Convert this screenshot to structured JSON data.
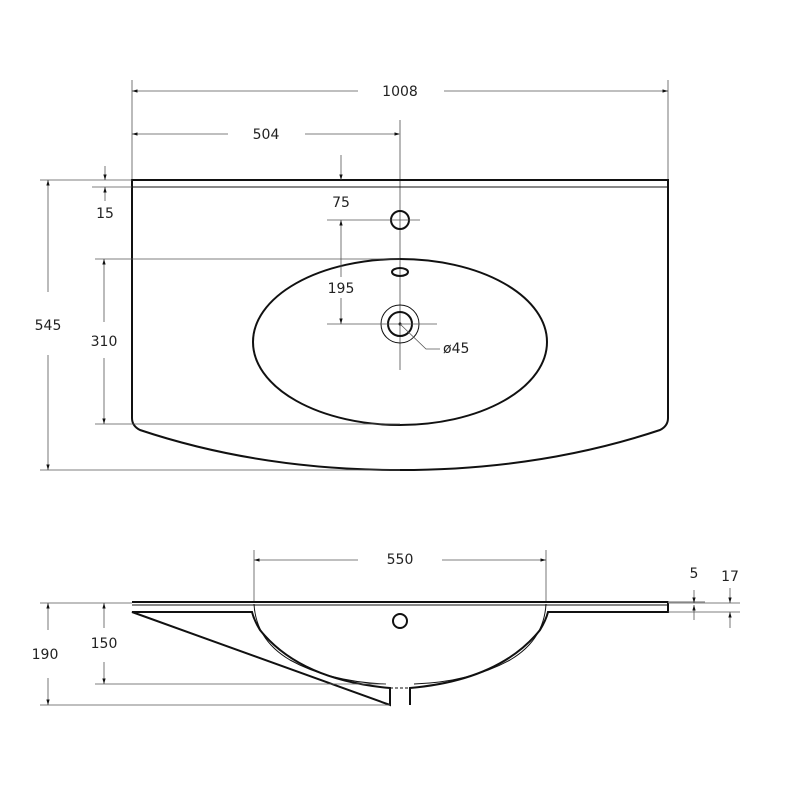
{
  "drawing": {
    "title": "Washbasin dimensional drawing",
    "units": "mm",
    "colors": {
      "outline": "#111111",
      "dimension": "#555555",
      "centerline": "#9a9a9a",
      "background": "#ffffff"
    }
  },
  "top_view": {
    "dimensions": {
      "overall_width": "1008",
      "half_width": "504",
      "back_rim": "15",
      "tap_hole_offset": "75",
      "tap_to_drain": "195",
      "overall_depth": "545",
      "bowl_depth": "310",
      "drain_diameter": "ø45"
    }
  },
  "side_view": {
    "dimensions": {
      "bowl_width": "550",
      "slab_top": "5",
      "slab_thickness": "17",
      "overall_height": "190",
      "bowl_height": "150"
    }
  }
}
